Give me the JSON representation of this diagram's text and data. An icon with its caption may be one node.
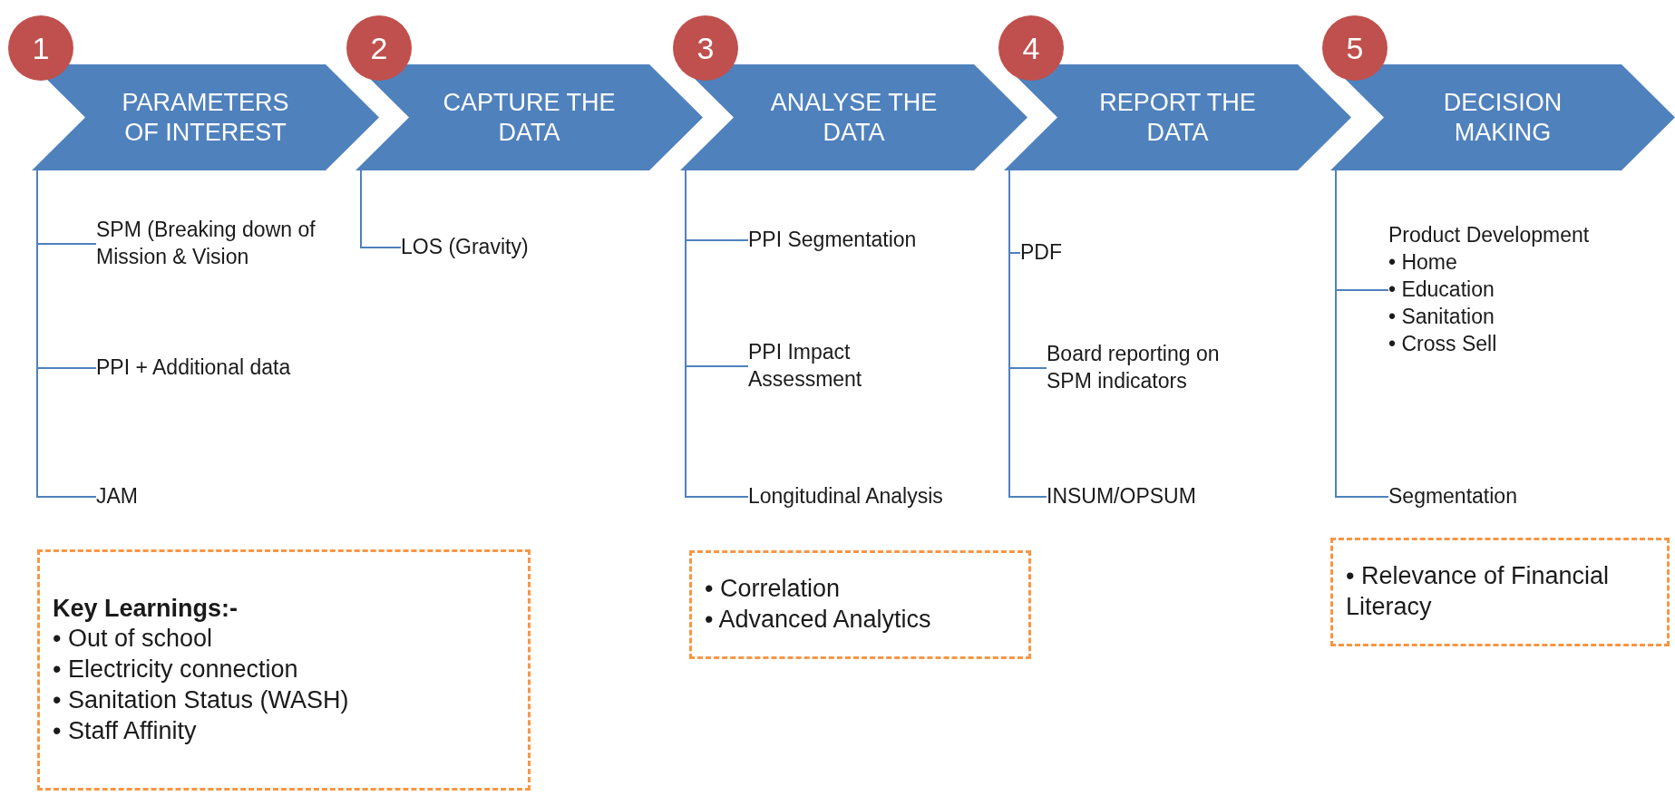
{
  "diagram": {
    "nodes": [
      {
        "text": [
          "1"
        ]
      },
      {
        "text": [
          "PARAMETERS OF INTEREST"
        ]
      },
      {
        "text": [
          "SPM (Breaking down of Mission & Vision"
        ]
      },
      {
        "text": [
          "PPI + Additional data"
        ]
      },
      {
        "text": [
          "JAM"
        ]
      },
      {
        "text": [
          "Key Learnings:-",
          "• Out of school",
          "• Electricity connection",
          "• Sanitation Status (WASH)",
          "• Staff Affinity"
        ]
      },
      {
        "text": [
          "2"
        ]
      },
      {
        "text": [
          "CAPTURE THE DATA"
        ]
      },
      {
        "text": [
          "LOS (Gravity)"
        ]
      },
      {
        "text": [
          "3"
        ]
      },
      {
        "text": [
          "ANALYSE THE DATA"
        ]
      },
      {
        "text": [
          "PPI Segmentation"
        ]
      },
      {
        "text": [
          "PPI Impact Assessment"
        ]
      },
      {
        "text": [
          "Longitudinal Analysis"
        ]
      },
      {
        "text": [
          "• Correlation",
          "• Advanced Analytics"
        ]
      },
      {
        "text": [
          "4"
        ]
      },
      {
        "text": [
          "REPORT THE DATA"
        ]
      },
      {
        "text": [
          "PDF"
        ]
      },
      {
        "text": [
          "Board reporting on SPM indicators"
        ]
      },
      {
        "text": [
          "INSUM/OPSUM"
        ]
      },
      {
        "text": [
          "5"
        ]
      },
      {
        "text": [
          "DECISION MAKING"
        ]
      },
      {
        "text": [
          "Product Development",
          "• Home",
          "• Education",
          "• Sanitation",
          "• Cross Sell"
        ]
      },
      {
        "text": [
          "Segmentation"
        ]
      },
      {
        "text": [
          "• Relevance of Financial Literacy"
        ]
      }
    ],
    "edges": [
      {
        "from": 1,
        "to": 2,
        "arrow": "none"
      },
      {
        "from": 1,
        "to": 3,
        "arrow": "none"
      },
      {
        "from": 1,
        "to": 4,
        "arrow": "none"
      },
      {
        "from": 7,
        "to": 8,
        "arrow": "none"
      },
      {
        "from": 10,
        "to": 11,
        "arrow": "none"
      },
      {
        "from": 10,
        "to": 12,
        "arrow": "none"
      },
      {
        "from": 10,
        "to": 13,
        "arrow": "none"
      },
      {
        "from": 16,
        "to": 17,
        "arrow": "none"
      },
      {
        "from": 16,
        "to": 18,
        "arrow": "none"
      },
      {
        "from": 16,
        "to": 19,
        "arrow": "none"
      },
      {
        "from": 21,
        "to": 22,
        "arrow": "none"
      },
      {
        "from": 21,
        "to": 23,
        "arrow": "none"
      }
    ]
  }
}
